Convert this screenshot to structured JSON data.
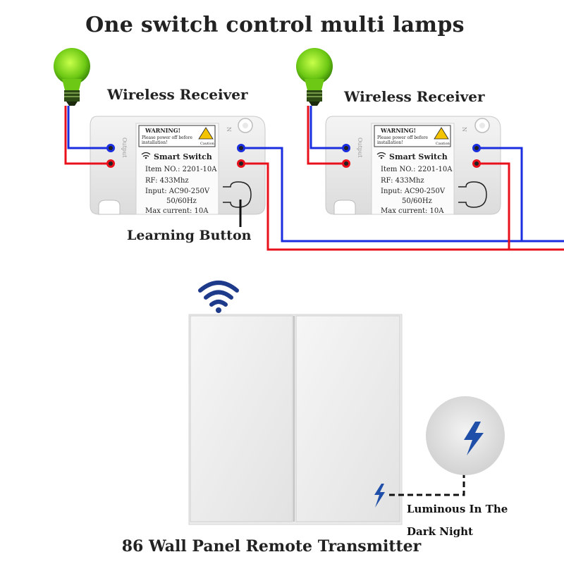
{
  "title": "One switch control multi lamps",
  "receivers": [
    {
      "label": "Wireless Receiver",
      "output_label": "Output",
      "warning_title": "WARNING!",
      "warning_line1": "Please power off before",
      "warning_line2": "installation!",
      "caution": "Caution",
      "brand": "Smart Switch",
      "item_no": "Item NO.: 2201-10A",
      "rf": "RF: 433Mhz",
      "input": "Input: AC90-250V",
      "freq": "50/60Hz",
      "max_current": "Max current: 10A"
    },
    {
      "label": "Wireless Receiver",
      "output_label": "Output",
      "warning_title": "WARNING!",
      "warning_line1": "Please power off before",
      "warning_line2": "installation!",
      "caution": "Caution",
      "brand": "Smart Switch",
      "item_no": "Item NO.: 2201-10A",
      "rf": "RF: 433Mhz",
      "input": "Input: AC90-250V",
      "freq": "50/60Hz",
      "max_current": "Max current: 10A"
    }
  ],
  "learning_button": "Learning Button",
  "luminous_line1": "Luminous In The",
  "luminous_line2": "Dark Night",
  "transmitter_title": "86 Wall Panel Remote Transmitter",
  "colors": {
    "live_wire": "#e8101a",
    "neutral_wire": "#1a2ee0",
    "bulb": "#7fd11b",
    "lightning": "#1f4fa8",
    "wifi": "#1e3a8a"
  }
}
